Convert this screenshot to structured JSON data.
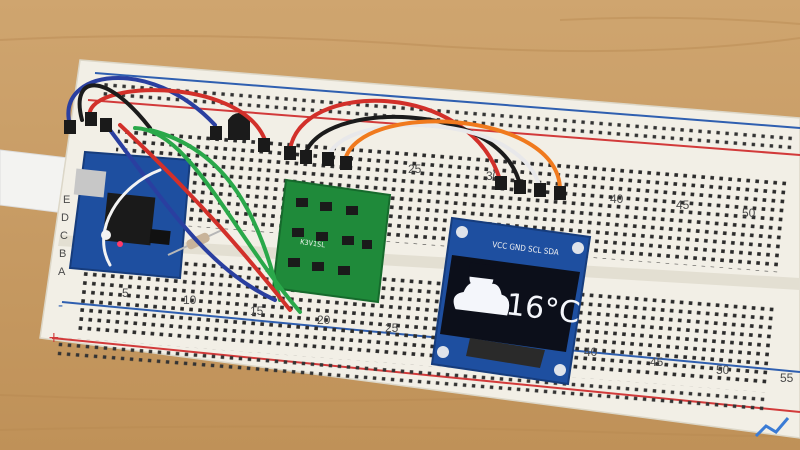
{
  "oled": {
    "temperature": "16°C",
    "pin_labels": "VCC GND SCL SDA",
    "weather_icon": "partly-cloudy-icon"
  },
  "breadboard": {
    "column_numbers": {
      "upper": [
        "25",
        "30",
        "40",
        "45",
        "50"
      ],
      "lower": [
        "5",
        "10",
        "15",
        "20",
        "25",
        "40",
        "45",
        "50",
        "55"
      ]
    },
    "row_letters": [
      "E",
      "D",
      "C",
      "B",
      "A"
    ],
    "rail_signs": {
      "minus": "-",
      "plus": "+"
    }
  },
  "module": {
    "chip_marking": "K3V1SL"
  },
  "colors": {
    "table": "#c79a62",
    "breadboard": "#f2efe6",
    "rail_red": "#d23a3a",
    "rail_blue": "#2f5fb0",
    "pcb_blue": "#1e4fa0",
    "pcb_green": "#1f8a3a",
    "oled_screen": "#0c0f1a"
  },
  "watermark_icon": "chart-logo-icon"
}
